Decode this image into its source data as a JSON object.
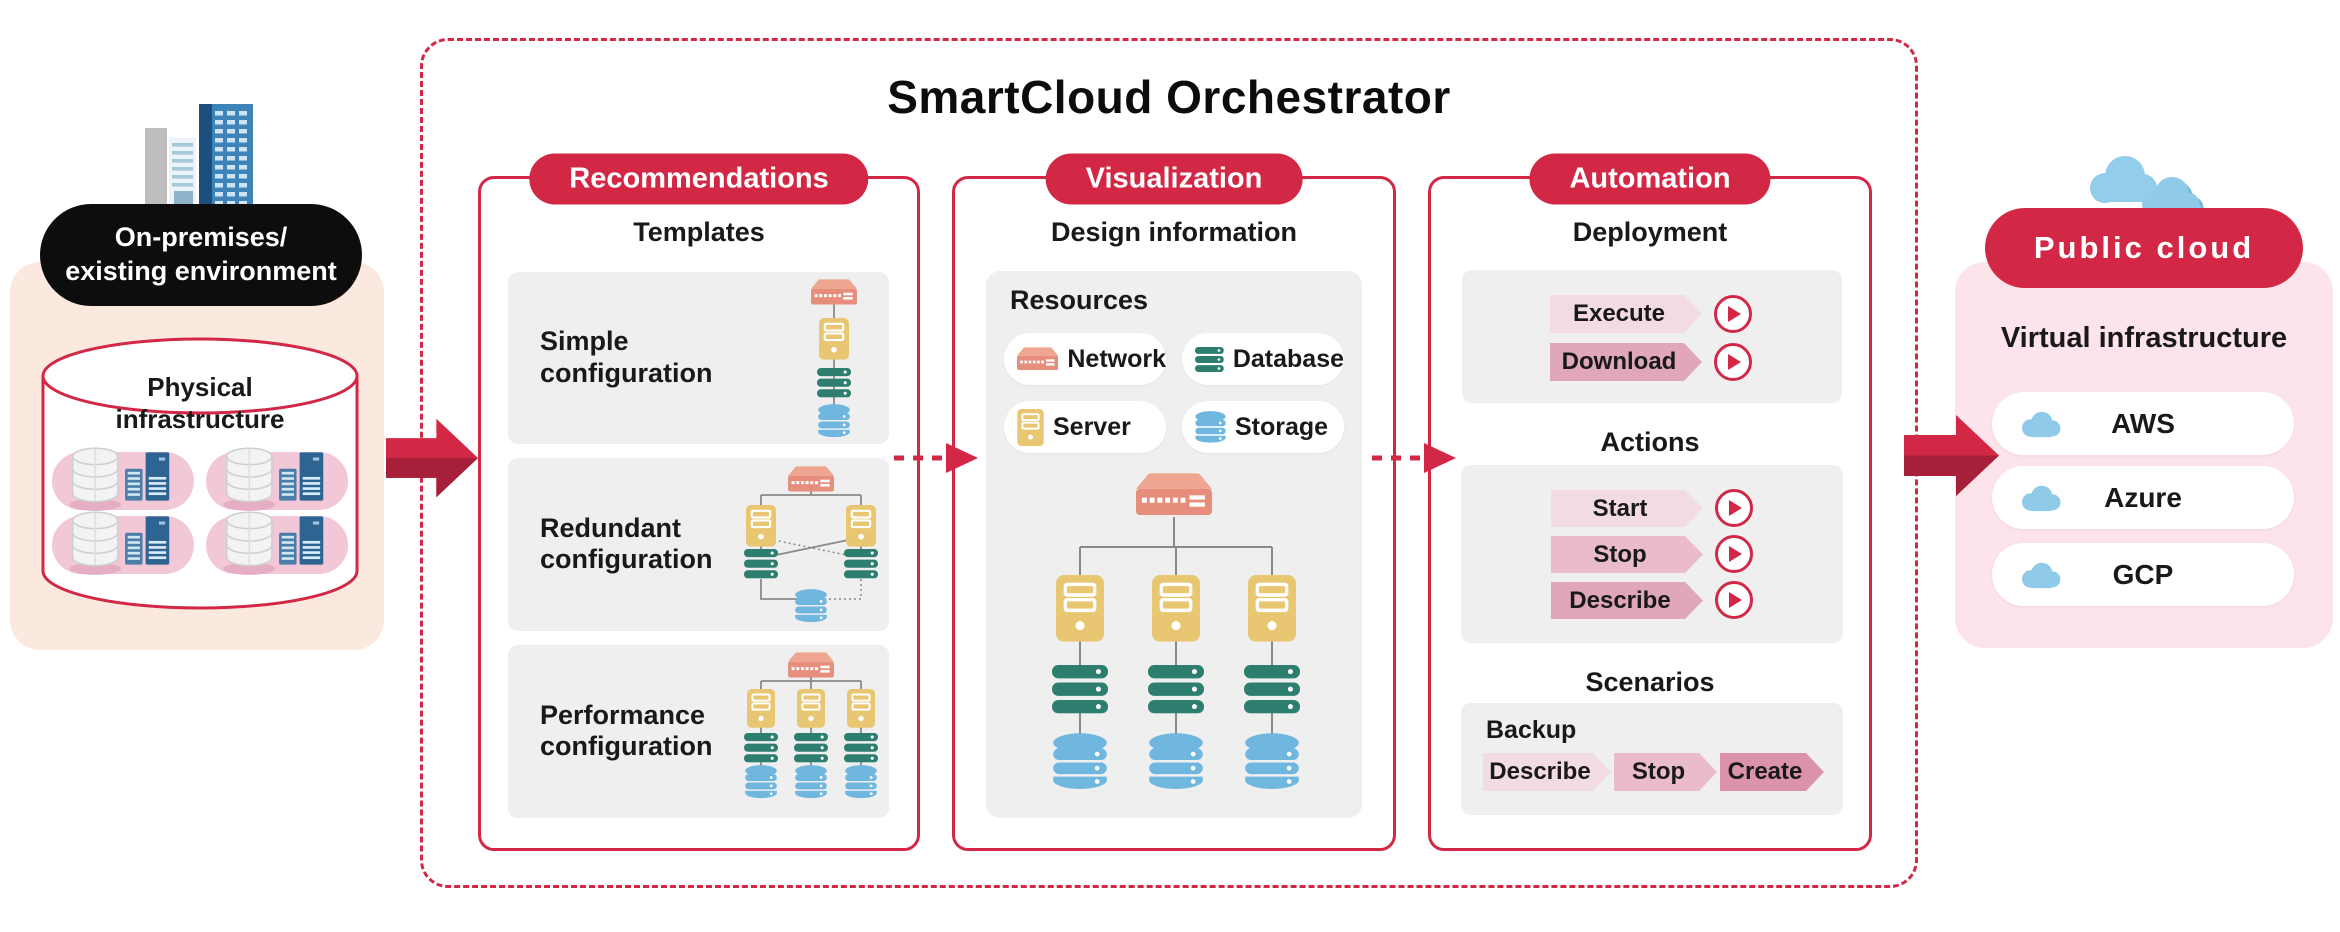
{
  "title": "SmartCloud Orchestrator",
  "on_premises": {
    "badge": "On-premises/\nexisting environment",
    "infrastructure_label": "Physical\ninfrastructure"
  },
  "recommendations": {
    "header": "Recommendations",
    "subtitle": "Templates",
    "templates": [
      {
        "label": "Simple\nconfiguration"
      },
      {
        "label": "Redundant\nconfiguration"
      },
      {
        "label": "Performance\nconfiguration"
      }
    ]
  },
  "visualization": {
    "header": "Visualization",
    "subtitle": "Design information",
    "resources_title": "Resources",
    "resources": [
      {
        "label": "Network"
      },
      {
        "label": "Database"
      },
      {
        "label": "Server"
      },
      {
        "label": "Storage"
      }
    ]
  },
  "automation": {
    "header": "Automation",
    "deployment": {
      "title": "Deployment",
      "buttons": [
        {
          "label": "Execute"
        },
        {
          "label": "Download"
        }
      ]
    },
    "actions": {
      "title": "Actions",
      "buttons": [
        {
          "label": "Start"
        },
        {
          "label": "Stop"
        },
        {
          "label": "Describe"
        }
      ]
    },
    "scenarios": {
      "title": "Scenarios",
      "scenario_name": "Backup",
      "steps": [
        {
          "label": "Describe"
        },
        {
          "label": "Stop"
        },
        {
          "label": "Create"
        }
      ]
    }
  },
  "public_cloud": {
    "header": "Public cloud",
    "subtitle": "Virtual infrastructure",
    "providers": [
      {
        "label": "AWS"
      },
      {
        "label": "Azure"
      },
      {
        "label": "GCP"
      }
    ]
  },
  "colors": {
    "accent_red": "#d22846",
    "accent_red_dark": "#a81f39",
    "badge_black": "#0d0d0d",
    "card_gray": "#efeff0",
    "peach_panel": "#fbe9e0",
    "pink_panel": "#fce4ea",
    "pink_pill": "#f2c7d7",
    "salmon_icon": "#e68e7b",
    "yellow_icon": "#e8c672",
    "teal_icon": "#2e7e6f",
    "blue_icon": "#6fb7de",
    "cloud_blue": "#8fcbe9",
    "chip_pink_light": "#f3dbe3",
    "chip_pink_medium": "#eabccb",
    "chip_pink_dark": "#dfa6bc",
    "chip_pink_darker": "#db93ac"
  }
}
